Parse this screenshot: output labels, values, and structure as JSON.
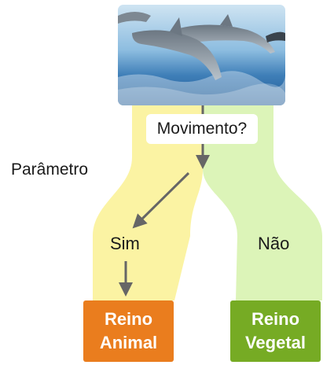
{
  "question": "Movimento?",
  "parameter_label": "Parâmetro",
  "branches": {
    "yes": {
      "label": "Sim",
      "result_line1": "Reino",
      "result_line2": "Animal"
    },
    "no": {
      "label": "Não",
      "result_line1": "Reino",
      "result_line2": "Vegetal"
    }
  },
  "colors": {
    "yes_band": "#fbf3a3",
    "no_band": "#dcf4b8",
    "animal_box": "#ea7d1e",
    "vegetal_box": "#76ab24",
    "arrow": "#666666"
  },
  "image": {
    "subject": "dolphins jumping over sea water"
  }
}
